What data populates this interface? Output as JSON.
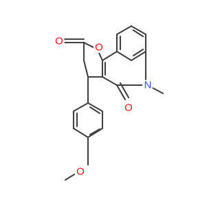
{
  "molecule": {
    "atom_labels": {
      "ring_oxygen": "O",
      "lactone_carbonyl_oxygen": "O",
      "amide_carbonyl_oxygen": "O",
      "nitrogen": "N",
      "methoxy_oxygen": "O"
    },
    "colors": {
      "bond": "#404040",
      "oxygen": "#ff0d0d",
      "nitrogen": "#3050f8",
      "background": "#ffffff"
    }
  }
}
